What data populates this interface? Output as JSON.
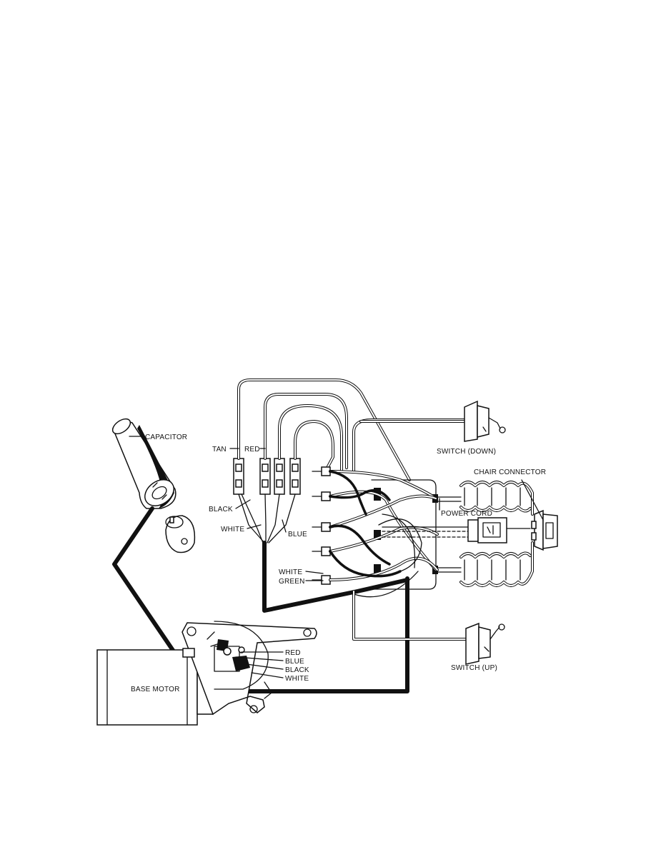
{
  "labels": {
    "capacitor": "CAPACITOR",
    "tan": "TAN",
    "red_top": "RED",
    "black_left": "BLACK",
    "white_left": "WHITE",
    "blue_mid": "BLUE",
    "white_block": "WHITE",
    "green_block": "GREEN",
    "switch_down": "SWITCH (DOWN)",
    "chair_connector": "CHAIR CONNECTOR",
    "power_cord": "POWER CORD",
    "switch_up": "SWITCH (UP)",
    "base_motor": "BASE MOTOR",
    "motor_red": "RED",
    "motor_blue": "BLUE",
    "motor_black": "BLACK",
    "motor_white": "WHITE"
  },
  "colors": {
    "ink": "#111111",
    "paper": "#ffffff"
  }
}
